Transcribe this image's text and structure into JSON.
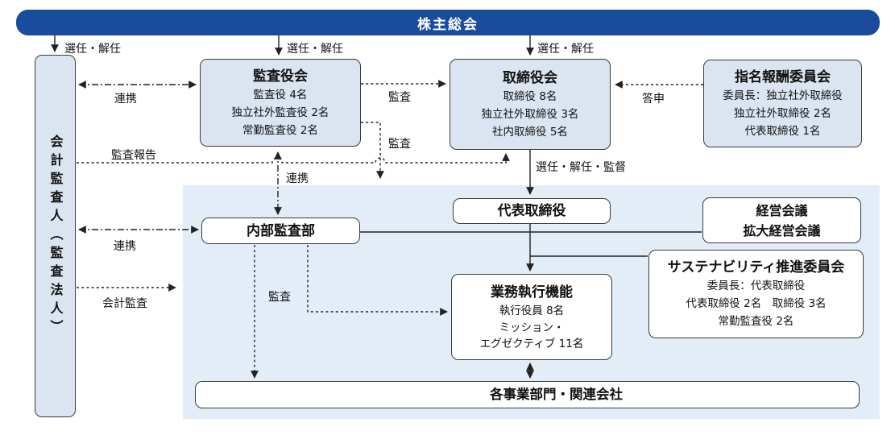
{
  "header": {
    "title": "株主総会"
  },
  "nodes": {
    "accounting_auditor": {
      "title": "会計監査人（監査法人）"
    },
    "audit_board": {
      "title": "監査役会",
      "lines": [
        "監査役 4名",
        "独立社外監査役 2名",
        "常勤監査役 2名"
      ]
    },
    "board": {
      "title": "取締役会",
      "lines": [
        "取締役 8名",
        "独立社外取締役 3名",
        "社内取締役 5名"
      ]
    },
    "nomination_committee": {
      "title": "指名報酬委員会",
      "lines": [
        "委員長：独立社外取締役",
        "独立社外取締役 2名",
        "代表取締役 1名"
      ]
    },
    "representative_director": {
      "title": "代表取締役"
    },
    "management_meeting": {
      "lines": [
        "経営会議",
        "拡大経営会議"
      ]
    },
    "internal_audit_dept": {
      "title": "内部監査部"
    },
    "sustainability_committee": {
      "title": "サステナビリティ推進委員会",
      "lines": [
        "委員長：代表取締役",
        "代表取締役 2名　取締役 3名",
        "常勤監査役 2名"
      ]
    },
    "execution_function": {
      "title": "業務執行機能",
      "lines": [
        "執行役員 8名",
        "ミッション・",
        "エグゼクティブ 11名"
      ]
    },
    "business_divisions": {
      "title": "各事業部門・関連会社"
    }
  },
  "edge_labels": [
    {
      "id": "appointment-dismissal-auditor",
      "text": "選任・解任"
    },
    {
      "id": "appointment-dismissal-audit-board",
      "text": "選任・解任"
    },
    {
      "id": "appointment-dismissal-board",
      "text": "選任・解任"
    },
    {
      "id": "cooperation-auditor-audit-board",
      "text": "連携"
    },
    {
      "id": "audit-of-board",
      "text": "監査"
    },
    {
      "id": "audit-of-execution",
      "text": "監査"
    },
    {
      "id": "audit-report",
      "text": "監査報告"
    },
    {
      "id": "advisory-report",
      "text": "答申"
    },
    {
      "id": "appointment-dismissal-supervision",
      "text": "選任・解任・監督"
    },
    {
      "id": "cooperation-audit-board-internal-audit",
      "text": "連携"
    },
    {
      "id": "cooperation-auditor-internal-audit",
      "text": "連携"
    },
    {
      "id": "accounting-audit",
      "text": "会計監査"
    },
    {
      "id": "internal-audit",
      "text": "監査"
    }
  ],
  "colors": {
    "bar_blue": "#1a4b9d",
    "box_blue": "#dbe5f1",
    "panel_blue": "#e3edf8",
    "line": "#222222",
    "box_border": "#3a3a3a"
  }
}
